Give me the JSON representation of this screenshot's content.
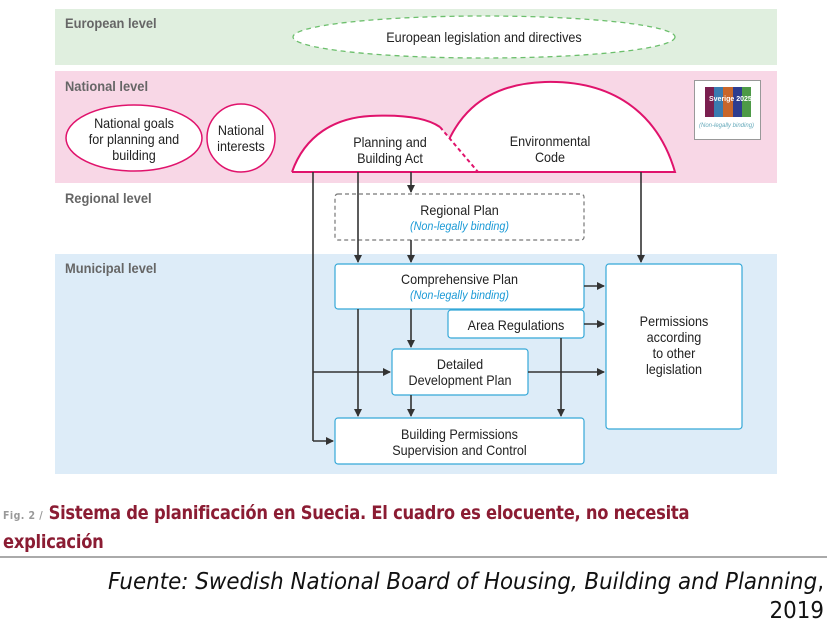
{
  "levels": {
    "european": "European level",
    "national": "National level",
    "regional": "Regional level",
    "municipal": "Municipal level"
  },
  "nodes": {
    "eu_legislation": "European legislation and directives",
    "national_goals": [
      "National goals",
      "for planning and",
      "building"
    ],
    "national_interests": [
      "National",
      "interests"
    ],
    "pba": [
      "Planning and",
      "Building Act"
    ],
    "env_code": [
      "Environmental",
      "Code"
    ],
    "regional_plan": "Regional Plan",
    "regional_plan_note": "(Non-legally binding)",
    "comprehensive_plan": "Comprehensive Plan",
    "comprehensive_plan_note": "(Non-legally binding)",
    "area_regulations": "Area Regulations",
    "detailed_plan": [
      "Detailed",
      "Development Plan"
    ],
    "building_permissions": [
      "Building Permissions",
      "Supervision and Control"
    ],
    "other_permissions": [
      "Permissions",
      "according",
      "to other",
      "legislation"
    ]
  },
  "logo": {
    "title": "Sverige 2025",
    "note": "(Non-legally binding)",
    "colors": [
      "#7a1f4f",
      "#3a7bb0",
      "#c8662a",
      "#2e3d8f",
      "#4d9a47"
    ]
  },
  "colors": {
    "european_band": "#e0efdf",
    "national_band": "#f8d7e6",
    "municipal_band": "#ddecf8",
    "national_stroke": "#e0136c",
    "municipal_stroke": "#35a8d8",
    "european_stroke": "#6cbf6c",
    "caption": "#8b1c33"
  },
  "caption": {
    "fig_label": "Fig. 2 /",
    "text": "Sistema de planificación en Suecia. El cuadro es elocuente, no necesita explicación"
  },
  "source": {
    "prefix": "Fuente: Swedish National Board of Housing, Building and Planning",
    "year": ", 2019"
  }
}
